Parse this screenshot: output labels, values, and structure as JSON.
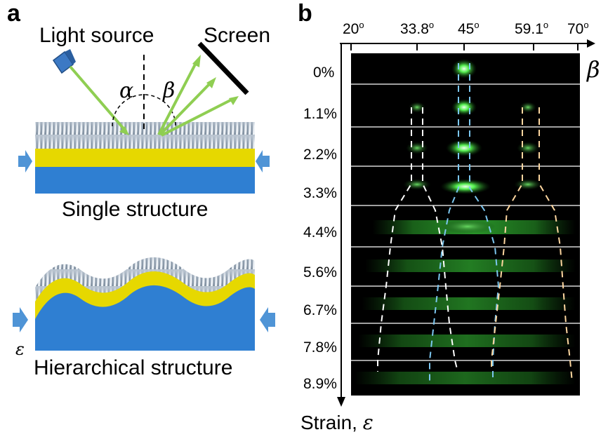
{
  "panel_a": {
    "letter": "a",
    "light_source": "Light source",
    "screen": "Screen",
    "alpha": "α",
    "beta": "β",
    "single_structure": "Single structure",
    "epsilon": "ε",
    "hierarchical_structure": "Hierarchical structure",
    "colors": {
      "layer_top": "#e6d800",
      "layer_base": "#2f7fd2",
      "arrow": "#4f94d6",
      "beam": "#8fce52"
    }
  },
  "panel_b": {
    "letter": "b",
    "beta_label": "β",
    "angle_ticks": [
      "20",
      "33.8",
      "45",
      "59.1",
      "70"
    ],
    "degree_sup": "o",
    "strain_rows": [
      "0%",
      "1.1%",
      "2.2%",
      "3.3%",
      "4.4%",
      "5.6%",
      "6.7%",
      "7.8%",
      "8.9%"
    ],
    "axis_label": "Strain,",
    "axis_symbol": "ε",
    "colors": {
      "background": "#000000",
      "spot": "#39e03a",
      "line_center": "#7cc7f0",
      "line_outer": "#ffffff",
      "line_inner": "#ffd7a0"
    }
  }
}
